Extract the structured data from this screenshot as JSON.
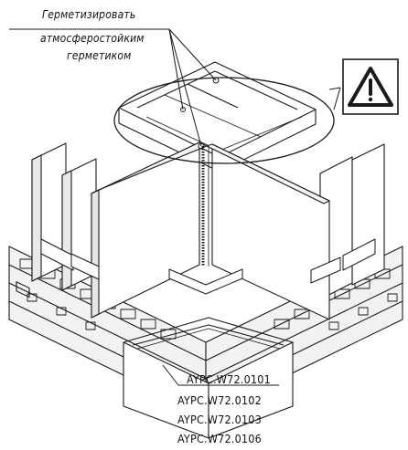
{
  "note": {
    "line1": "Герметизировать",
    "line2": "атмосферостойким",
    "line3": "герметиком"
  },
  "warning_icon": "warning-triangle-icon",
  "codes": [
    "AYPC.W72.0101",
    "AYPC.W72.0102",
    "AYPC.W72.0103",
    "AYPC.W72.0106"
  ],
  "colors": {
    "line": "#1a1a1a",
    "background": "#ffffff"
  }
}
